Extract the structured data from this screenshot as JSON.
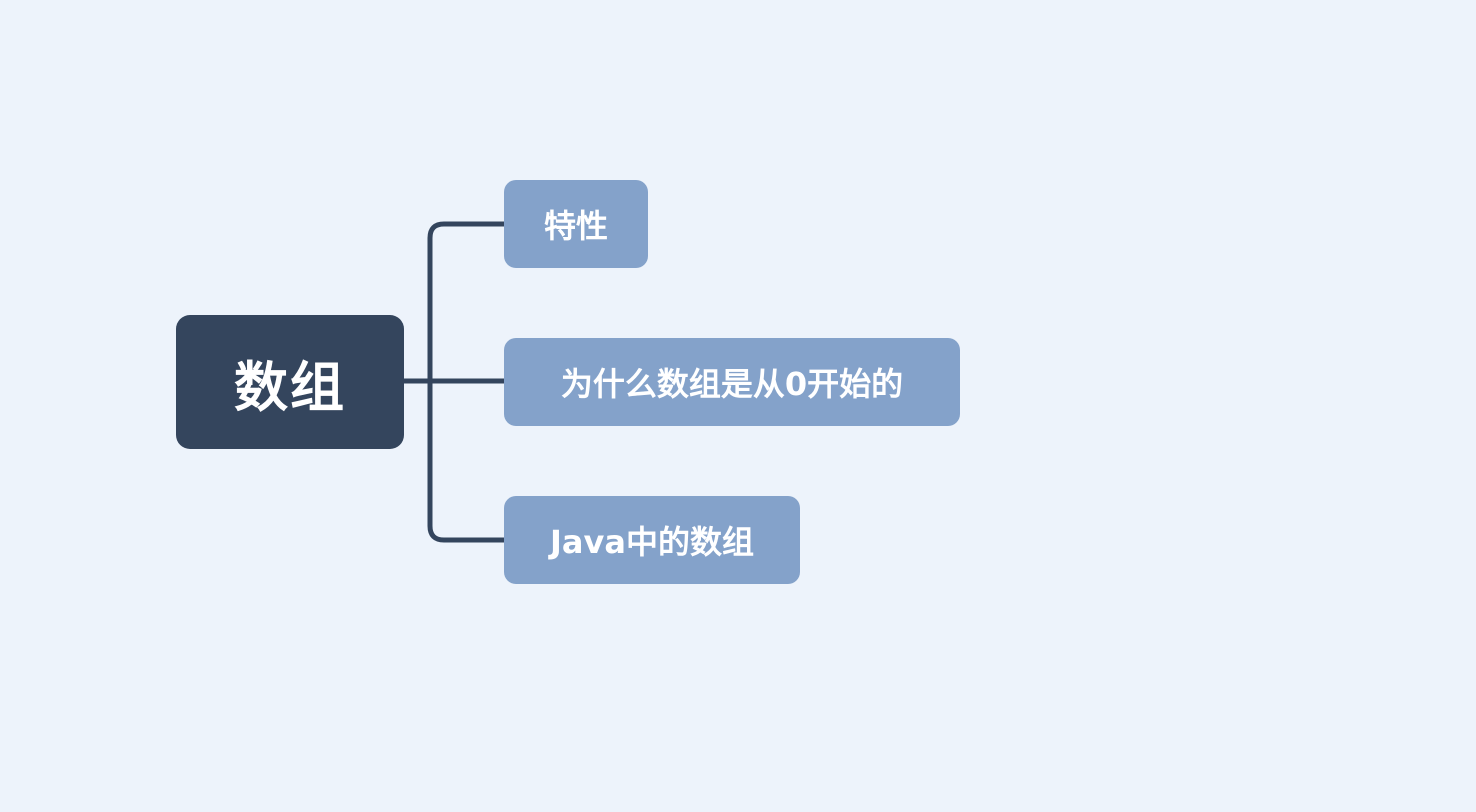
{
  "mindmap": {
    "root": {
      "label": "数组"
    },
    "children": [
      {
        "label": "特性"
      },
      {
        "label": "为什么数组是从0开始的"
      },
      {
        "label": "Java中的数组"
      }
    ]
  },
  "colors": {
    "background": "#EDF3FB",
    "root_fill": "#34455D",
    "child_fill": "#84A2CA",
    "connector": "#34455D",
    "text": "#FFFFFF"
  }
}
